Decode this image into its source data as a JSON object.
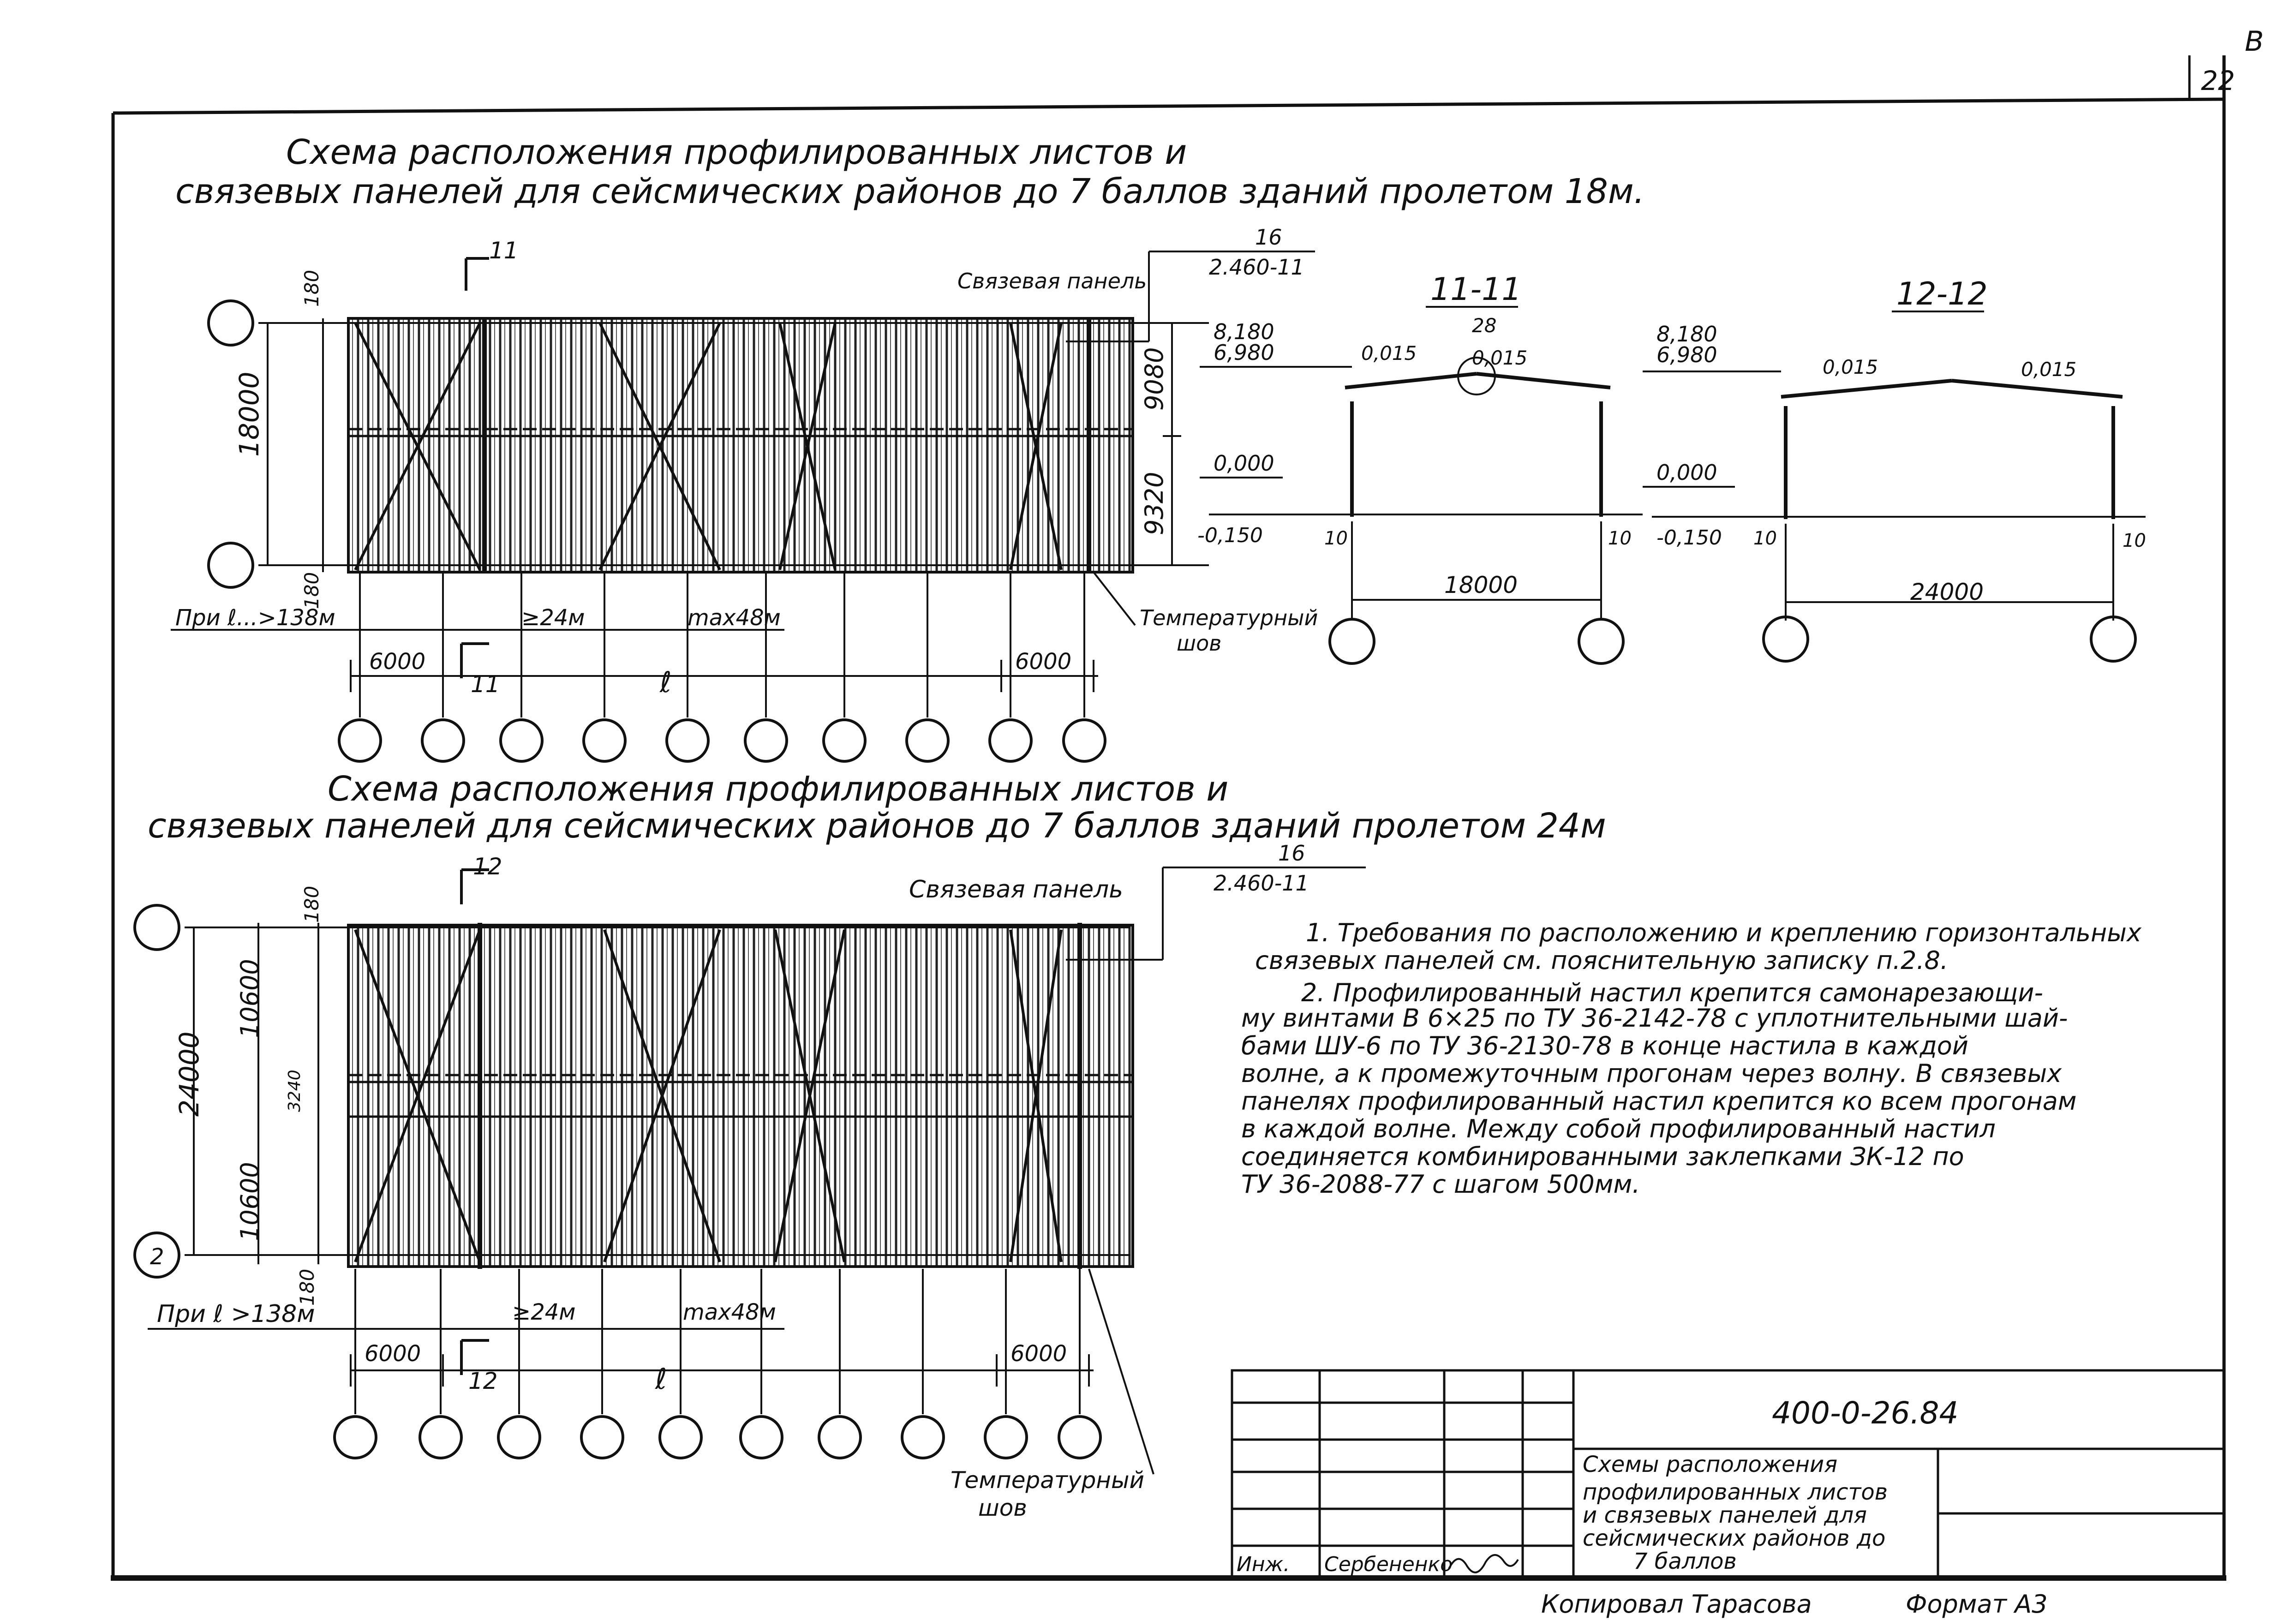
{
  "sheet": {
    "number": "22",
    "corner_mark": "В",
    "doc_code": "400-0-26.84"
  },
  "plan1": {
    "title_line1": "Схема расположения профилированных листов и",
    "title_line2": "связевых панелей для сейсмических районов до 7 баллов зданий пролетом 18м.",
    "section_mark": "11",
    "callout_num": "16",
    "callout_ref": "2.460-11",
    "brace_label": "Связевая панель",
    "dim_total": "18000",
    "dim_top": "9080",
    "dim_bottom": "9320",
    "dim_edge_top": "180",
    "dim_edge_bottom": "180",
    "dim_left": "6000",
    "dim_right": "6000",
    "len_label": "ℓ",
    "note_pri": "При ℓ...>138м",
    "note_min": "≥24м",
    "note_max": "max48м",
    "seam_label_1": "Температурный",
    "seam_label_2": "шов"
  },
  "plan2": {
    "title_line1": "Схема расположения профилированных листов и",
    "title_line2": "связевых панелей для сейсмических районов до 7 баллов зданий пролетом 24м",
    "section_mark": "12",
    "callout_num": "16",
    "callout_ref": "2.460-11",
    "brace_label": "Связевая панель",
    "dim_total": "24000",
    "dim_top": "10600",
    "dim_bottom": "10600",
    "dim_mid": "3240",
    "dim_edge_top": "180",
    "dim_edge_bottom": "180",
    "dim_left": "6000",
    "dim_right": "6000",
    "len_label": "ℓ",
    "note_pri": "При ℓ >138м",
    "note_min": "≥24м",
    "note_max": "max48м",
    "seam_label_1": "Температурный",
    "seam_label_2": "шов",
    "axis_label": "2"
  },
  "section11": {
    "title": "11-11",
    "top_upper": "8,180",
    "top_lower": "6,980",
    "slope_left": "0,015",
    "slope_right": "0,015",
    "node": "28",
    "zero": "0,000",
    "minus": "-0,150",
    "offset_l": "10",
    "offset_r": "10",
    "span": "18000"
  },
  "section12": {
    "title": "12-12",
    "top_upper": "8,180",
    "top_lower": "6,980",
    "slope_left": "0,015",
    "slope_right": "0,015",
    "zero": "0,000",
    "minus": "-0,150",
    "offset_l": "10",
    "offset_r": "10",
    "span": "24000"
  },
  "notes": {
    "lines": [
      "1. Требования по расположению и креплению горизонтальных",
      "связевых панелей см. пояснительную записку п.2.8.",
      "2. Профилированный настил крепится самонарезающи-",
      "му винтами В 6×25 по ТУ 36-2142-78 с уплотнительными шай-",
      "бами ШУ-6 по ТУ 36-2130-78 в конце настила в каждой",
      "волне, а к промежуточным прогонам через волну. В связевых",
      "панелях профилированный настил крепится ко всем прогонам",
      "в каждой волне. Между собой профилированный настил",
      "соединяется комбинированными заклепками ЗК-12 по",
      "ТУ 36-2088-77 с шагом 500мм."
    ]
  },
  "stamp": {
    "code": "400-0-26.84",
    "title_lines": [
      "Схемы расположения",
      "профилированных листов",
      "и связевых панелей для",
      "сейсмических районов до",
      "7 баллов"
    ],
    "role": "Инж.",
    "name": "Сербененко",
    "signature_text": "(подпись)"
  },
  "footer": {
    "copied": "Копировал Тарасова",
    "format": "Формат А3"
  }
}
